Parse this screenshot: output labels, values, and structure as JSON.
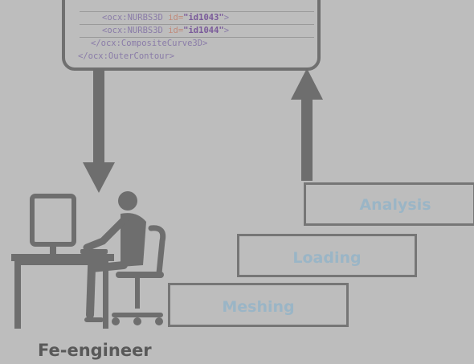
{
  "code_snippet": {
    "line1": {
      "open": "<ocx:NURBS3D ",
      "attr": "id=",
      "value": "\"id1043\"",
      "close": ">"
    },
    "line2": {
      "open": "<ocx:NURBS3D ",
      "attr": "id=",
      "value": "\"id1044\"",
      "close": ">"
    },
    "line3": "</ocx:CompositeCurve3D>",
    "line4": "</ocx:OuterContour>"
  },
  "steps": [
    {
      "label": "Meshing"
    },
    {
      "label": "Loading"
    },
    {
      "label": "Analysis"
    }
  ],
  "engineer": {
    "label": "Fe-engineer"
  },
  "colors": {
    "background": "#bdbdbd",
    "arrow": "#6e6e6e",
    "step_border": "#767676",
    "step_text": "#9ab5c6",
    "engineer_text": "#595959"
  },
  "icons": [
    "down-arrow-icon",
    "up-arrow-icon",
    "engineer-at-desk-icon"
  ]
}
